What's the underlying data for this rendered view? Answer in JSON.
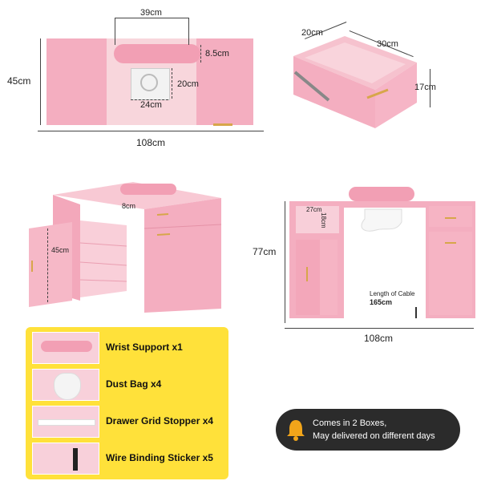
{
  "top_view": {
    "width_label": "39cm",
    "height_label": "8.5cm",
    "depth_label": "45cm",
    "total_width_label": "108cm",
    "vent_height_label": "20cm",
    "vent_width_label": "24cm"
  },
  "drawer_view": {
    "width_label": "20cm",
    "length_label": "30cm",
    "height_label": "17cm"
  },
  "perspective_view": {
    "depth_label": "8cm",
    "shelf_label": "45cm"
  },
  "front_view": {
    "height_label": "77cm",
    "width_label": "108cm",
    "cubby_width_label": "27cm",
    "cubby_height_label": "18cm",
    "cable_title": "Length of Cable",
    "cable_value": "165cm"
  },
  "accessories": [
    {
      "label": "Wrist Support x1"
    },
    {
      "label": "Dust Bag x4"
    },
    {
      "label": "Drawer Grid Stopper x4"
    },
    {
      "label": "Wire Binding Sticker x5"
    }
  ],
  "notice": {
    "line1": "Comes in 2 Boxes,",
    "line2": "May delivered on different days"
  },
  "colors": {
    "panel": "#ffe13a",
    "pink": "#f4aec0",
    "notice_bg": "#2b2b2b",
    "bell": "#f2a51a"
  }
}
